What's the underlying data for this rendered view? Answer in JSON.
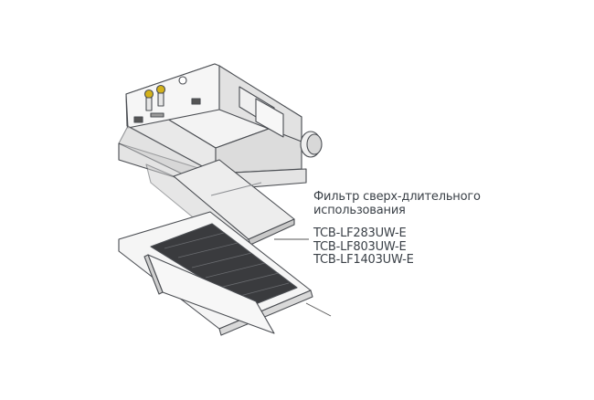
{
  "diagram": {
    "subject": "ceiling cassette unit with long-life filter and grille panel",
    "colors": {
      "background": "#ffffff",
      "outline": "#4a4d52",
      "panel_light": "#f2f2f2",
      "panel_mid": "#d6d6d6",
      "panel_dark": "#8e9094",
      "grille_dark": "#3a3b3e",
      "fitting_yellow": "#d4b21a",
      "text": "#3a4047"
    }
  },
  "labels": {
    "filter_title_line1": "Фильтр сверх-длительного",
    "filter_title_line2": "использования",
    "models": [
      "TCB-LF283UW-E",
      "TCB-LF803UW-E",
      "TCB-LF1403UW-E"
    ]
  }
}
